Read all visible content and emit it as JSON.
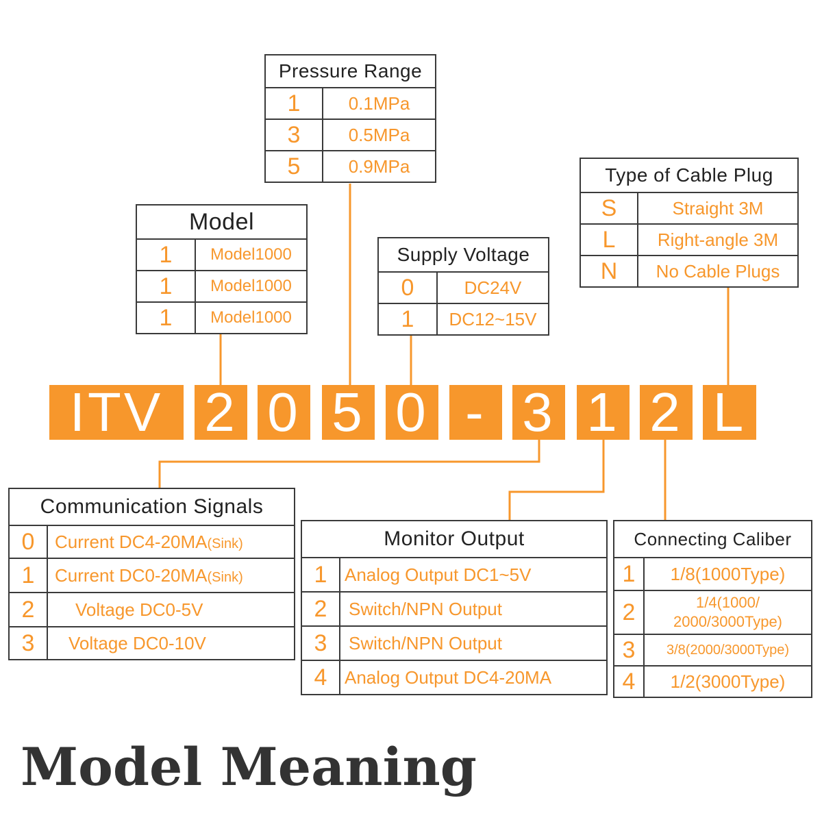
{
  "code": [
    "ITV",
    "2",
    "0",
    "5",
    "0",
    "-",
    "3",
    "1",
    "2",
    "L"
  ],
  "pressure_range": {
    "title": "Pressure Range",
    "rows": [
      {
        "code": "1",
        "value": "0.1MPa"
      },
      {
        "code": "3",
        "value": "0.5MPa"
      },
      {
        "code": "5",
        "value": "0.9MPa"
      }
    ]
  },
  "model": {
    "title": "Model",
    "rows": [
      {
        "code": "1",
        "value": "Model1000"
      },
      {
        "code": "1",
        "value": "Model1000"
      },
      {
        "code": "1",
        "value": "Model1000"
      }
    ]
  },
  "supply_voltage": {
    "title": "Supply Voltage",
    "rows": [
      {
        "code": "0",
        "value": "DC24V"
      },
      {
        "code": "1",
        "value": "DC12~15V"
      }
    ]
  },
  "cable_plug": {
    "title": "Type of Cable Plug",
    "rows": [
      {
        "code": "S",
        "value": "Straight 3M"
      },
      {
        "code": "L",
        "value": "Right-angle 3M"
      },
      {
        "code": "N",
        "value": "No Cable Plugs"
      }
    ]
  },
  "communication_signals": {
    "title": "Communication Signals",
    "sink": "(Sink)",
    "rows": [
      {
        "code": "0",
        "value": "Current DC4-20MA"
      },
      {
        "code": "1",
        "value": "Current DC0-20MA"
      },
      {
        "code": "2",
        "value": "Voltage DC0-5V"
      },
      {
        "code": "3",
        "value": "Voltage DC0-10V"
      }
    ]
  },
  "monitor_output": {
    "title": "Monitor Output",
    "rows": [
      {
        "code": "1",
        "value": "Analog Output DC1~5V"
      },
      {
        "code": "2",
        "value": "Switch/NPN Output"
      },
      {
        "code": "3",
        "value": "Switch/NPN Output"
      },
      {
        "code": "4",
        "value": "Analog Output DC4-20MA"
      }
    ]
  },
  "connecting_caliber": {
    "title": "Connecting Caliber",
    "rows": [
      {
        "code": "1",
        "value": "1/8(1000Type)"
      },
      {
        "code": "2",
        "value": "1/4(1000/ 2000/3000Type)"
      },
      {
        "code": "3",
        "value": "3/8(2000/3000Type)"
      },
      {
        "code": "4",
        "value": "1/2(3000Type)"
      }
    ]
  },
  "page_title": "Model Meaning",
  "colors": {
    "accent": "#f7972c",
    "border": "#3a3a3a",
    "text": "#222222",
    "title": "#333333"
  }
}
